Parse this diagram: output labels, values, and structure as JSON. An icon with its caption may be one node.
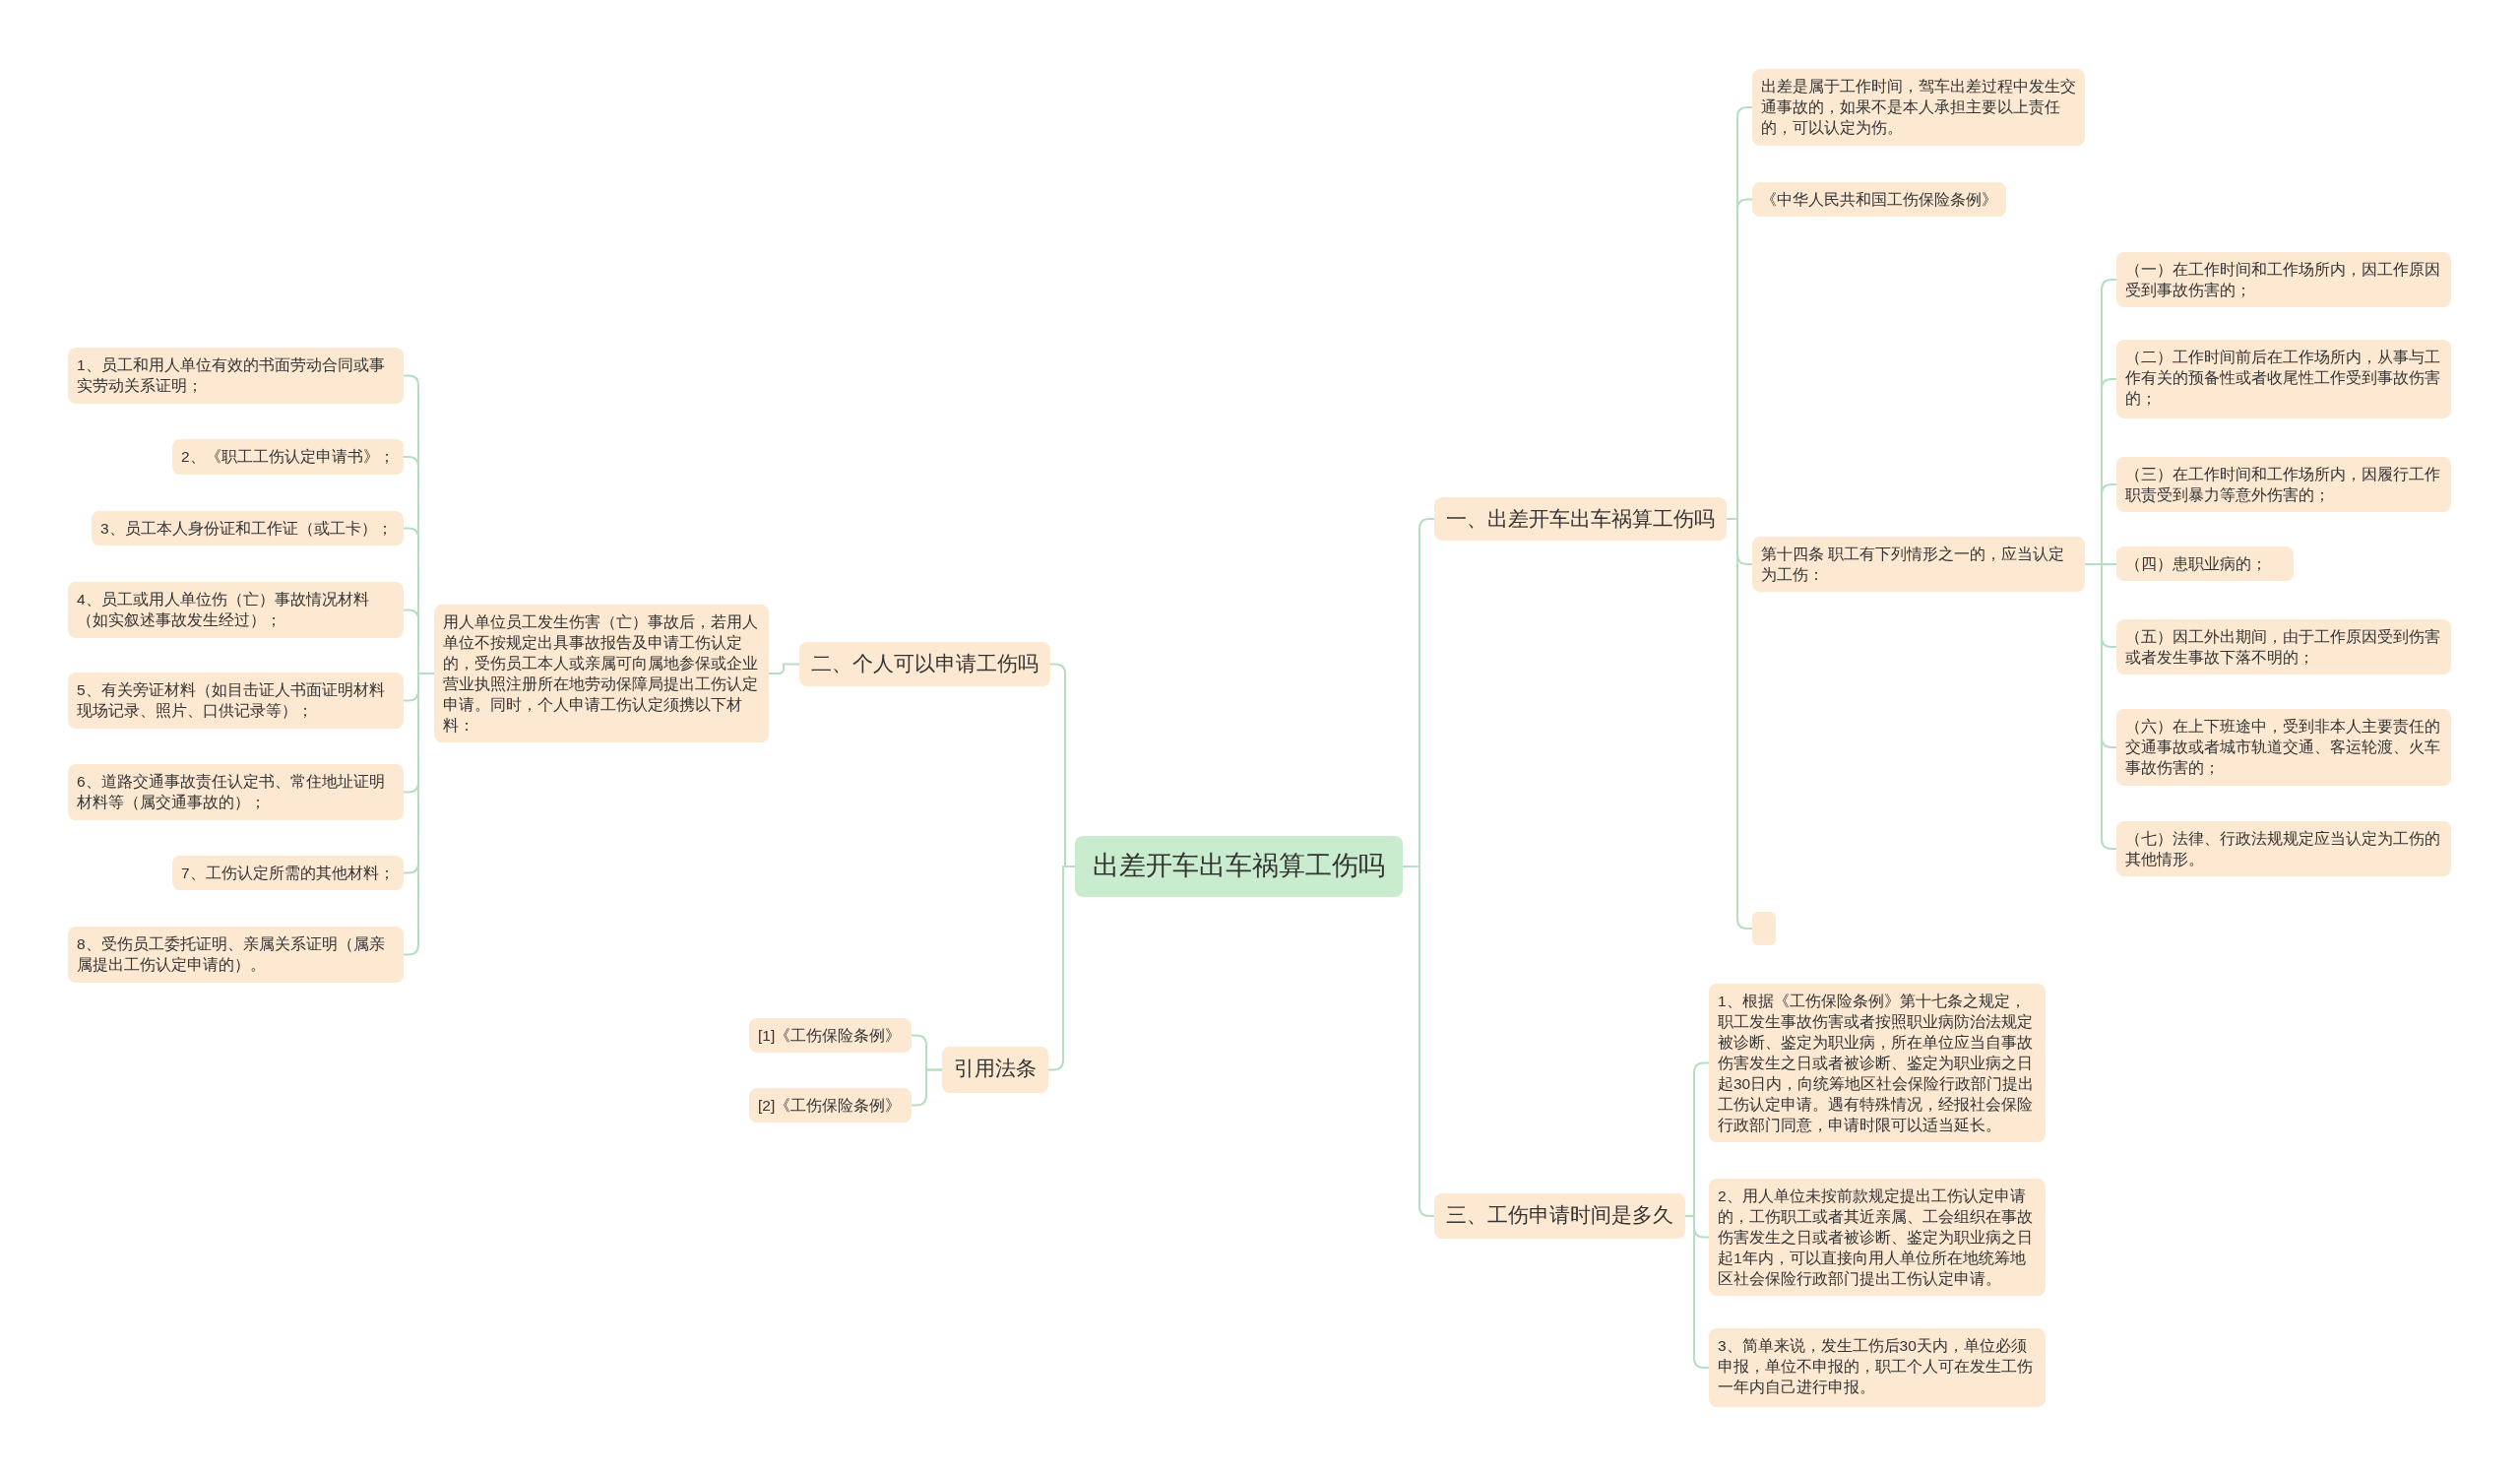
{
  "diagram": {
    "nodes": [
      {
        "text": [
          "出差开车出车祸算工伤吗"
        ]
      },
      {
        "text": [
          "一、出差开车出车祸算工伤吗"
        ]
      },
      {
        "text": [
          "出差是属于工作时间，驾车出差过程中发生交通事故的，如果不是本人承担主要以上责任的，可以认定为伤。"
        ]
      },
      {
        "text": [
          "《中华人民共和国工伤保险条例》"
        ]
      },
      {
        "text": [
          "第十四条 职工有下列情形之一的，应当认定为工伤："
        ]
      },
      {
        "text": [
          "（一）在工作时间和工作场所内，因工作原因受到事故伤害的；"
        ]
      },
      {
        "text": [
          "（二）工作时间前后在工作场所内，从事与工作有关的预备性或者收尾性工作受到事故伤害的；"
        ]
      },
      {
        "text": [
          "（三）在工作时间和工作场所内，因履行工作职责受到暴力等意外伤害的；"
        ]
      },
      {
        "text": [
          "（四）患职业病的；"
        ]
      },
      {
        "text": [
          "（五）因工外出期间，由于工作原因受到伤害或者发生事故下落不明的；"
        ]
      },
      {
        "text": [
          "（六）在上下班途中，受到非本人主要责任的交通事故或者城市轨道交通、客运轮渡、火车事故伤害的；"
        ]
      },
      {
        "text": [
          "（七）法律、行政法规规定应当认定为工伤的其他情形。"
        ]
      },
      {
        "text": [],
        "shape": "box"
      },
      {
        "text": [
          "三、工伤申请时间是多久"
        ]
      },
      {
        "text": [
          "1、根据《工伤保险条例》第十七条之规定，职工发生事故伤害或者按照职业病防治法规定被诊断、鉴定为职业病，所在单位应当自事故伤害发生之日或者被诊断、鉴定为职业病之日起30日内，向统筹地区社会保险行政部门提出工伤认定申请。遇有特殊情况，经报社会保险行政部门同意，申请时限可以适当延长。"
        ]
      },
      {
        "text": [
          "2、用人单位未按前款规定提出工伤认定申请的，工伤职工或者其近亲属、工会组织在事故伤害发生之日或者被诊断、鉴定为职业病之日起1年内，可以直接向用人单位所在地统筹地区社会保险行政部门提出工伤认定申请。"
        ]
      },
      {
        "text": [
          "3、简单来说，发生工伤后30天内，单位必须申报，单位不申报的，职工个人可在发生工伤一年内自己进行申报。"
        ]
      },
      {
        "text": [
          "二、个人可以申请工伤吗"
        ]
      },
      {
        "text": [
          "用人单位员工发生伤害（亡）事故后，若用人单位不按规定出具事故报告及申请工伤认定的，受伤员工本人或亲属可向属地参保或企业营业执照注册所在地劳动保障局提出工伤认定申请。同时，个人申请工伤认定须携以下材料："
        ]
      },
      {
        "text": [
          "1、员工和用人单位有效的书面劳动合同或事实劳动关系证明；"
        ]
      },
      {
        "text": [
          "2、《职工工伤认定申请书》；"
        ]
      },
      {
        "text": [
          "3、员工本人身份证和工作证（或工卡）；"
        ]
      },
      {
        "text": [
          "4、员工或用人单位伤（亡）事故情况材料（如实叙述事故发生经过）；"
        ]
      },
      {
        "text": [
          "5、有关旁证材料（如目击证人书面证明材料现场记录、照片、口供记录等）；"
        ]
      },
      {
        "text": [
          "6、道路交通事故责任认定书、常住地址证明材料等（属交通事故的）；"
        ]
      },
      {
        "text": [
          "7、工伤认定所需的其他材料；"
        ]
      },
      {
        "text": [
          "8、受伤员工委托证明、亲属关系证明（属亲属提出工伤认定申请的）。"
        ]
      },
      {
        "text": [
          "引用法条"
        ]
      },
      {
        "text": [
          "[1]《工伤保险条例》"
        ]
      },
      {
        "text": [
          "[2]《工伤保险条例》"
        ]
      }
    ],
    "edges": [
      {
        "from": 0,
        "to": 1,
        "arrow": "none"
      },
      {
        "from": 1,
        "to": 2,
        "arrow": "none"
      },
      {
        "from": 1,
        "to": 3,
        "arrow": "none"
      },
      {
        "from": 1,
        "to": 4,
        "arrow": "none"
      },
      {
        "from": 4,
        "to": 5,
        "arrow": "none"
      },
      {
        "from": 4,
        "to": 6,
        "arrow": "none"
      },
      {
        "from": 4,
        "to": 7,
        "arrow": "none"
      },
      {
        "from": 4,
        "to": 8,
        "arrow": "none"
      },
      {
        "from": 4,
        "to": 9,
        "arrow": "none"
      },
      {
        "from": 4,
        "to": 10,
        "arrow": "none"
      },
      {
        "from": 4,
        "to": 11,
        "arrow": "none"
      },
      {
        "from": 1,
        "to": 12,
        "arrow": "none"
      },
      {
        "from": 0,
        "to": 13,
        "arrow": "none"
      },
      {
        "from": 13,
        "to": 14,
        "arrow": "none"
      },
      {
        "from": 13,
        "to": 15,
        "arrow": "none"
      },
      {
        "from": 13,
        "to": 16,
        "arrow": "none"
      },
      {
        "from": 0,
        "to": 17,
        "arrow": "none"
      },
      {
        "from": 17,
        "to": 18,
        "arrow": "none"
      },
      {
        "from": 18,
        "to": 19,
        "arrow": "none"
      },
      {
        "from": 18,
        "to": 20,
        "arrow": "none"
      },
      {
        "from": 18,
        "to": 21,
        "arrow": "none"
      },
      {
        "from": 18,
        "to": 22,
        "arrow": "none"
      },
      {
        "from": 18,
        "to": 23,
        "arrow": "none"
      },
      {
        "from": 18,
        "to": 24,
        "arrow": "none"
      },
      {
        "from": 18,
        "to": 25,
        "arrow": "none"
      },
      {
        "from": 18,
        "to": 26,
        "arrow": "none"
      },
      {
        "from": 0,
        "to": 27,
        "arrow": "none"
      },
      {
        "from": 27,
        "to": 28,
        "arrow": "none"
      },
      {
        "from": 27,
        "to": 29,
        "arrow": "none"
      }
    ]
  }
}
